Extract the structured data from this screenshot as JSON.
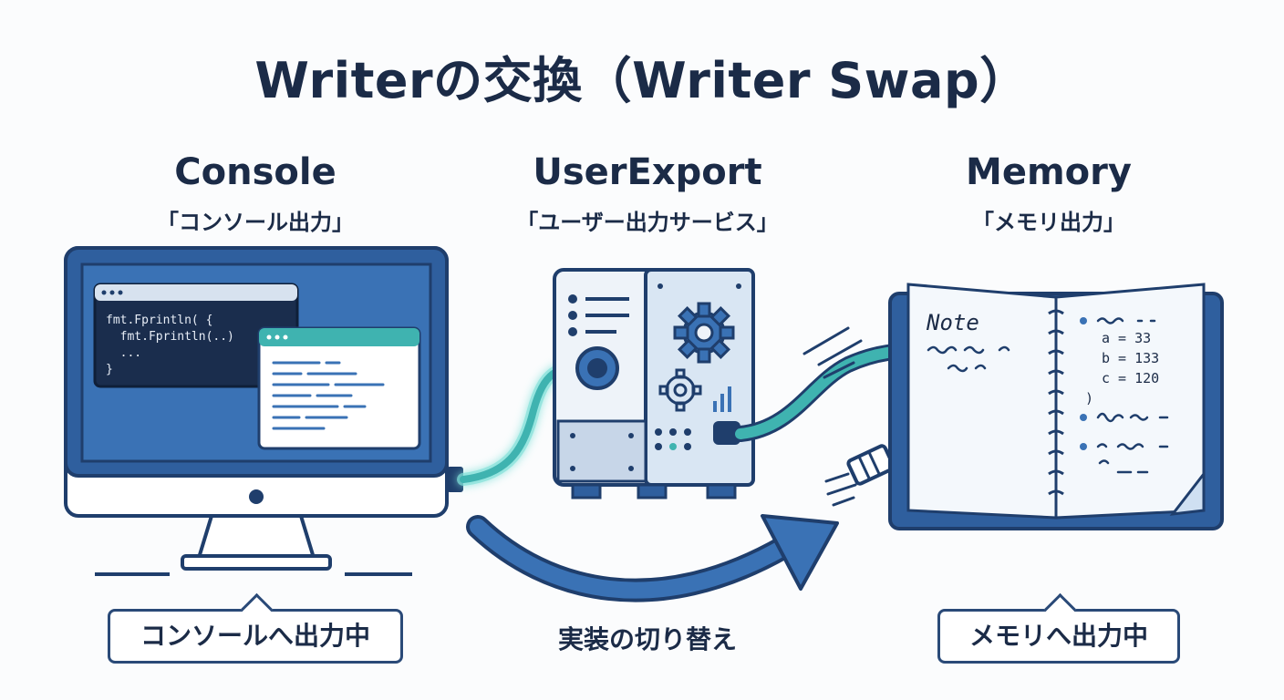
{
  "title": "Writerの交換（Writer Swap）",
  "nodes": {
    "console": {
      "name": "Console",
      "subtitle": "「コンソール出力」",
      "status": "コンソールへ出力中"
    },
    "userexport": {
      "name": "UserExport",
      "subtitle": "「ユーザー出力サービス」"
    },
    "memory": {
      "name": "Memory",
      "subtitle": "「メモリ出力」",
      "status": "メモリへ出力中"
    }
  },
  "switch_label": "実装の切り替え",
  "code_window": {
    "line1": "fmt.Fprintln( {",
    "line2": "  fmt.Fprintln(..)",
    "line3": "  ...",
    "line4": "}"
  },
  "notebook": {
    "title": "Note",
    "val_a": "a = 33",
    "val_b": "b = 133",
    "val_c": "c = 120",
    "brace": ")"
  },
  "icons": {
    "monitor": "desktop-monitor-icon",
    "server": "server-gears-icon",
    "notebook": "notebook-icon"
  },
  "colors": {
    "navy": "#1b2b47",
    "blue": "#3a6fb0",
    "teal": "#3fb3b0",
    "light_blue": "#cfe0f2"
  }
}
